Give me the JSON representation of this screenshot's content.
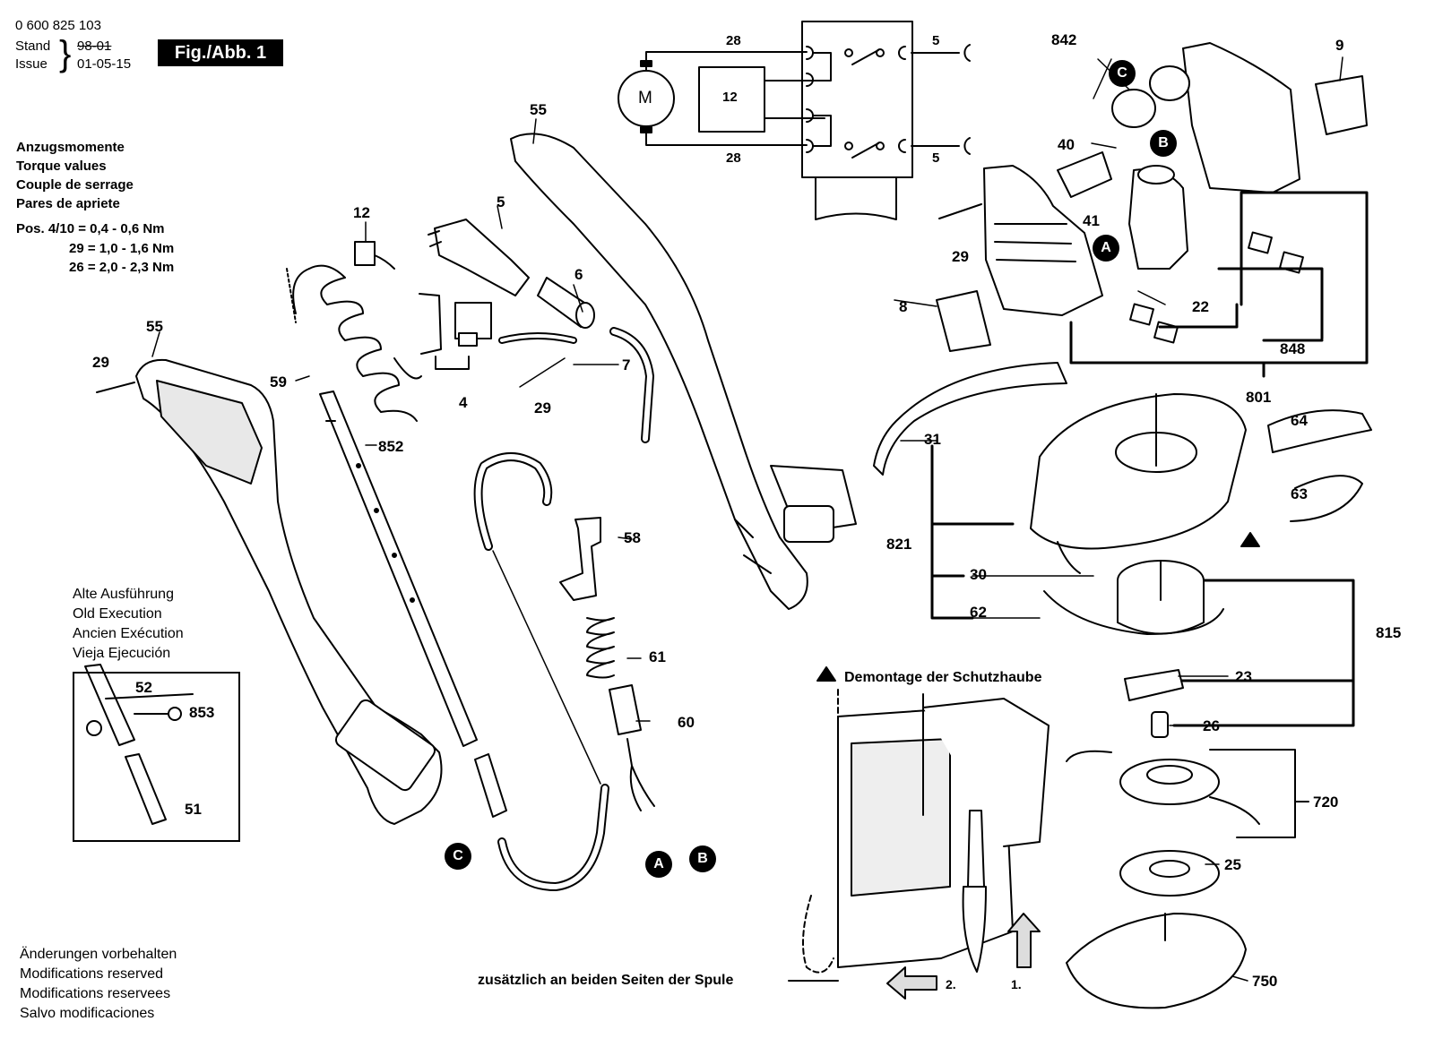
{
  "header": {
    "part_number": "0 600 825 103",
    "stand_label": "Stand",
    "stand_value": "98-01",
    "issue_label": "Issue",
    "issue_value": "01-05-15",
    "figure_label": "Fig./Abb. 1"
  },
  "torque": {
    "lines": [
      "Anzugsmomente",
      "Torque values",
      "Couple de serrage",
      "Pares de apriete"
    ],
    "values": [
      "Pos. 4/10 = 0,4 - 0,6 Nm",
      "29 = 1,0 - 1,6 Nm",
      "26 = 2,0 - 2,3 Nm"
    ]
  },
  "old_execution": [
    "Alte Ausführung",
    "Old Execution",
    "Ancien Exécution",
    "Vieja Ejecución"
  ],
  "modifications": [
    "Änderungen vorbehalten",
    "Modifications reserved",
    "Modifications reservees",
    "Salvo modificaciones"
  ],
  "schematic": {
    "motor_label": "M",
    "box_label": "12",
    "wire_top": "28",
    "wire_bottom": "28",
    "term_top": "5",
    "term_bottom": "5"
  },
  "dismount": {
    "title": "Demontage der Schutzhaube",
    "note": "zusätzlich an beiden Seiten der Spule",
    "step1": "1.",
    "step2": "2."
  },
  "markers": {
    "a": "A",
    "b": "B",
    "c": "C"
  },
  "part_labels": {
    "p842": "842",
    "p9": "9",
    "p40": "40",
    "p41": "41",
    "p29a": "29",
    "p8": "8",
    "p22": "22",
    "p848": "848",
    "p801": "801",
    "p55a": "55",
    "p55b": "55",
    "p12": "12",
    "p5": "5",
    "p6": "6",
    "p7": "7",
    "p4": "4",
    "p29b": "29",
    "p29c": "29",
    "p59": "59",
    "p852": "852",
    "p58": "58",
    "p61": "61",
    "p60": "60",
    "p52": "52",
    "p853": "853",
    "p51": "51",
    "p31": "31",
    "p64": "64",
    "p63": "63",
    "p821": "821",
    "p30": "30",
    "p62": "62",
    "p815": "815",
    "p23": "23",
    "p26": "26",
    "p720": "720",
    "p25": "25",
    "p750": "750"
  },
  "colors": {
    "ink": "#000000",
    "paper": "#ffffff",
    "shade": "#d8d8d8"
  }
}
